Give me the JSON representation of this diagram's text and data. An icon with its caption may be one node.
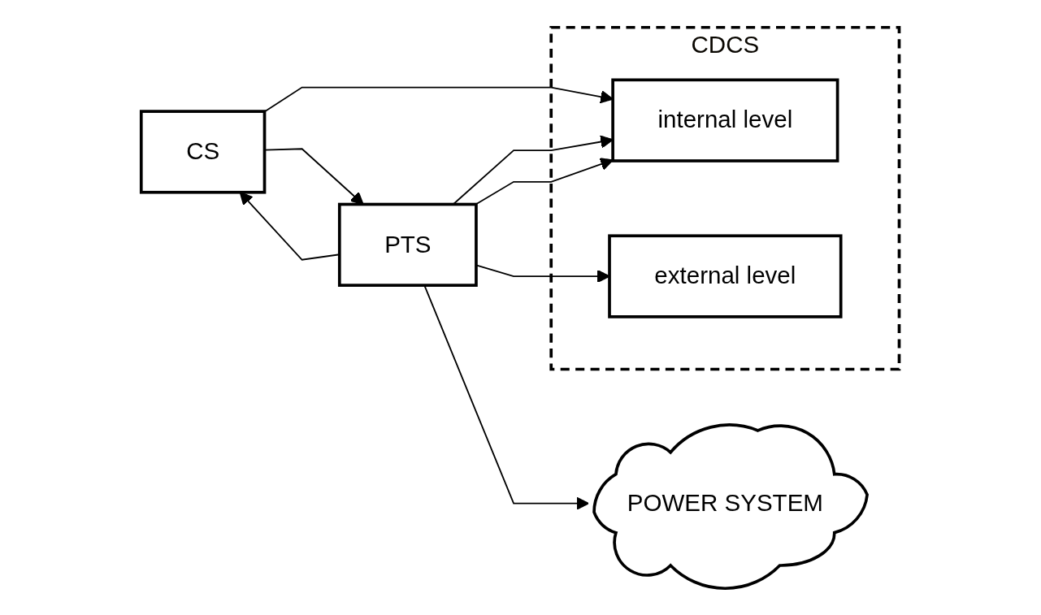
{
  "diagram": {
    "nodes": [
      {
        "text": [
          "CS"
        ]
      },
      {
        "text": [
          "PTS"
        ]
      },
      {
        "text": [
          "POWER SYSTEM"
        ]
      },
      {
        "text": [
          "CDCS"
        ]
      },
      {
        "text": [
          "internal level"
        ],
        "in": 3
      },
      {
        "text": [
          "external level"
        ],
        "in": 3
      }
    ],
    "edges": [
      {
        "from": 0,
        "to": 1,
        "arrow": "to"
      },
      {
        "from": 1,
        "to": 0,
        "arrow": "to"
      },
      {
        "from": 1,
        "to": 2,
        "arrow": "to"
      },
      {
        "from": 0,
        "to": 4,
        "arrow": "to"
      },
      {
        "from": 1,
        "to": 4,
        "arrow": "to"
      },
      {
        "from": 1,
        "to": 4,
        "arrow": "to"
      },
      {
        "from": 1,
        "to": 5,
        "arrow": "to"
      }
    ]
  }
}
